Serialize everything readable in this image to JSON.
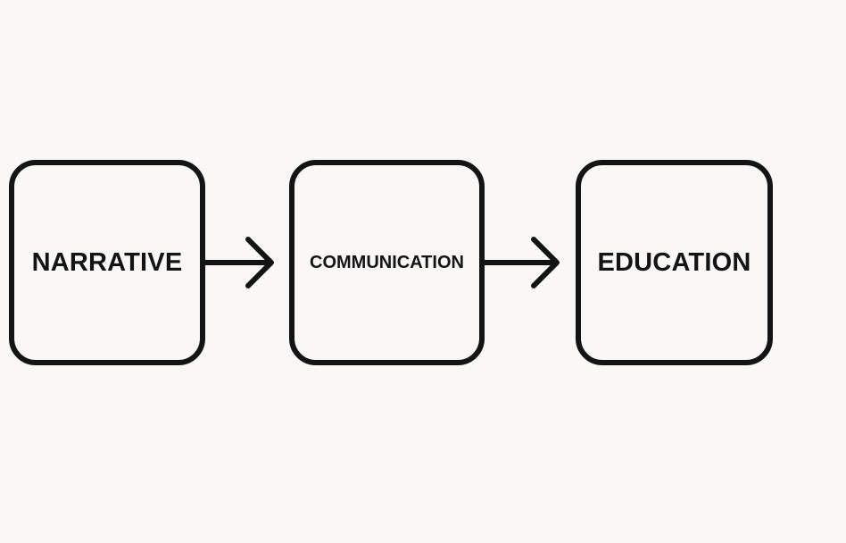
{
  "diagram": {
    "nodes": [
      {
        "label": "NARRATIVE"
      },
      {
        "label": "COMMUNICATION"
      },
      {
        "label": "EDUCATION"
      }
    ],
    "edges": [
      {
        "from": "NARRATIVE",
        "to": "COMMUNICATION"
      },
      {
        "from": "COMMUNICATION",
        "to": "EDUCATION"
      }
    ],
    "colors": {
      "background": "#f9f8f6",
      "stroke": "#141414"
    }
  }
}
